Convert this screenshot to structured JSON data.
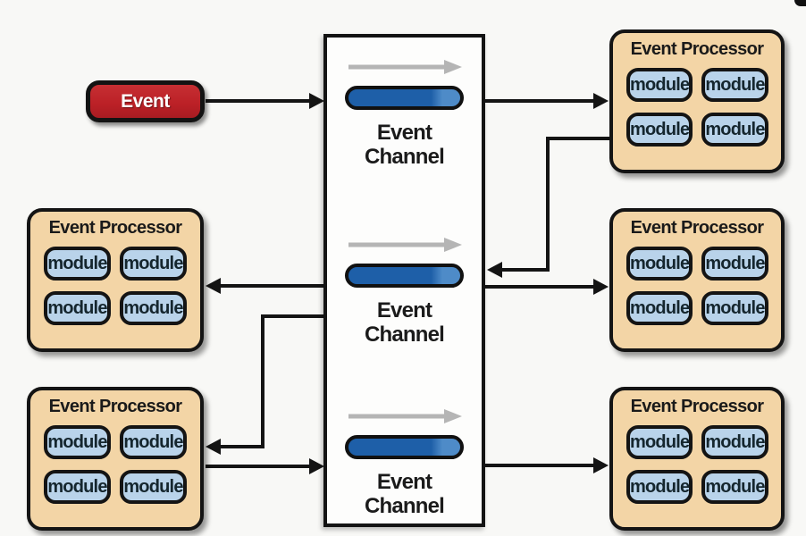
{
  "title": "Event-driven architecture broker topology diagram",
  "colors": {
    "background": "#f8f8f6",
    "event_box_fill": "#bb2026",
    "event_text": "#ffffff",
    "processor_fill": "#f3d5a6",
    "module_fill": "#b9d3ea",
    "queue_pill_fill": "#1e5fa8",
    "queue_pill_cap": "#4e8bc8",
    "flow_arrow_gray": "#b5b5b5",
    "connector_black": "#141414",
    "border_black": "#131313"
  },
  "event_source": {
    "label": "Event"
  },
  "channel_box": {
    "channels": [
      {
        "label": "Event\nChannel"
      },
      {
        "label": "Event\nChannel"
      },
      {
        "label": "Event\nChannel"
      }
    ]
  },
  "processors": [
    {
      "id": "top-right",
      "title": "Event Processor",
      "modules": [
        "module",
        "module",
        "module",
        "module"
      ]
    },
    {
      "id": "middle-right",
      "title": "Event Processor",
      "modules": [
        "module",
        "module",
        "module",
        "module"
      ]
    },
    {
      "id": "bottom-right",
      "title": "Event Processor",
      "modules": [
        "module",
        "module",
        "module",
        "module"
      ]
    },
    {
      "id": "middle-left",
      "title": "Event Processor",
      "modules": [
        "module",
        "module",
        "module",
        "module"
      ]
    },
    {
      "id": "bottom-left",
      "title": "Event Processor",
      "modules": [
        "module",
        "module",
        "module",
        "module"
      ]
    }
  ],
  "edges": [
    {
      "from": "event",
      "to": "channel-box"
    },
    {
      "from": "channel-box",
      "to": "processor-top-right"
    },
    {
      "from": "processor-top-right",
      "to": "channel-box"
    },
    {
      "from": "channel-box",
      "to": "processor-middle-right"
    },
    {
      "from": "channel-box",
      "to": "processor-middle-left"
    },
    {
      "from": "channel-box",
      "to": "processor-bottom-left"
    },
    {
      "from": "processor-bottom-left",
      "to": "channel-box"
    },
    {
      "from": "channel-box",
      "to": "processor-bottom-right"
    }
  ]
}
